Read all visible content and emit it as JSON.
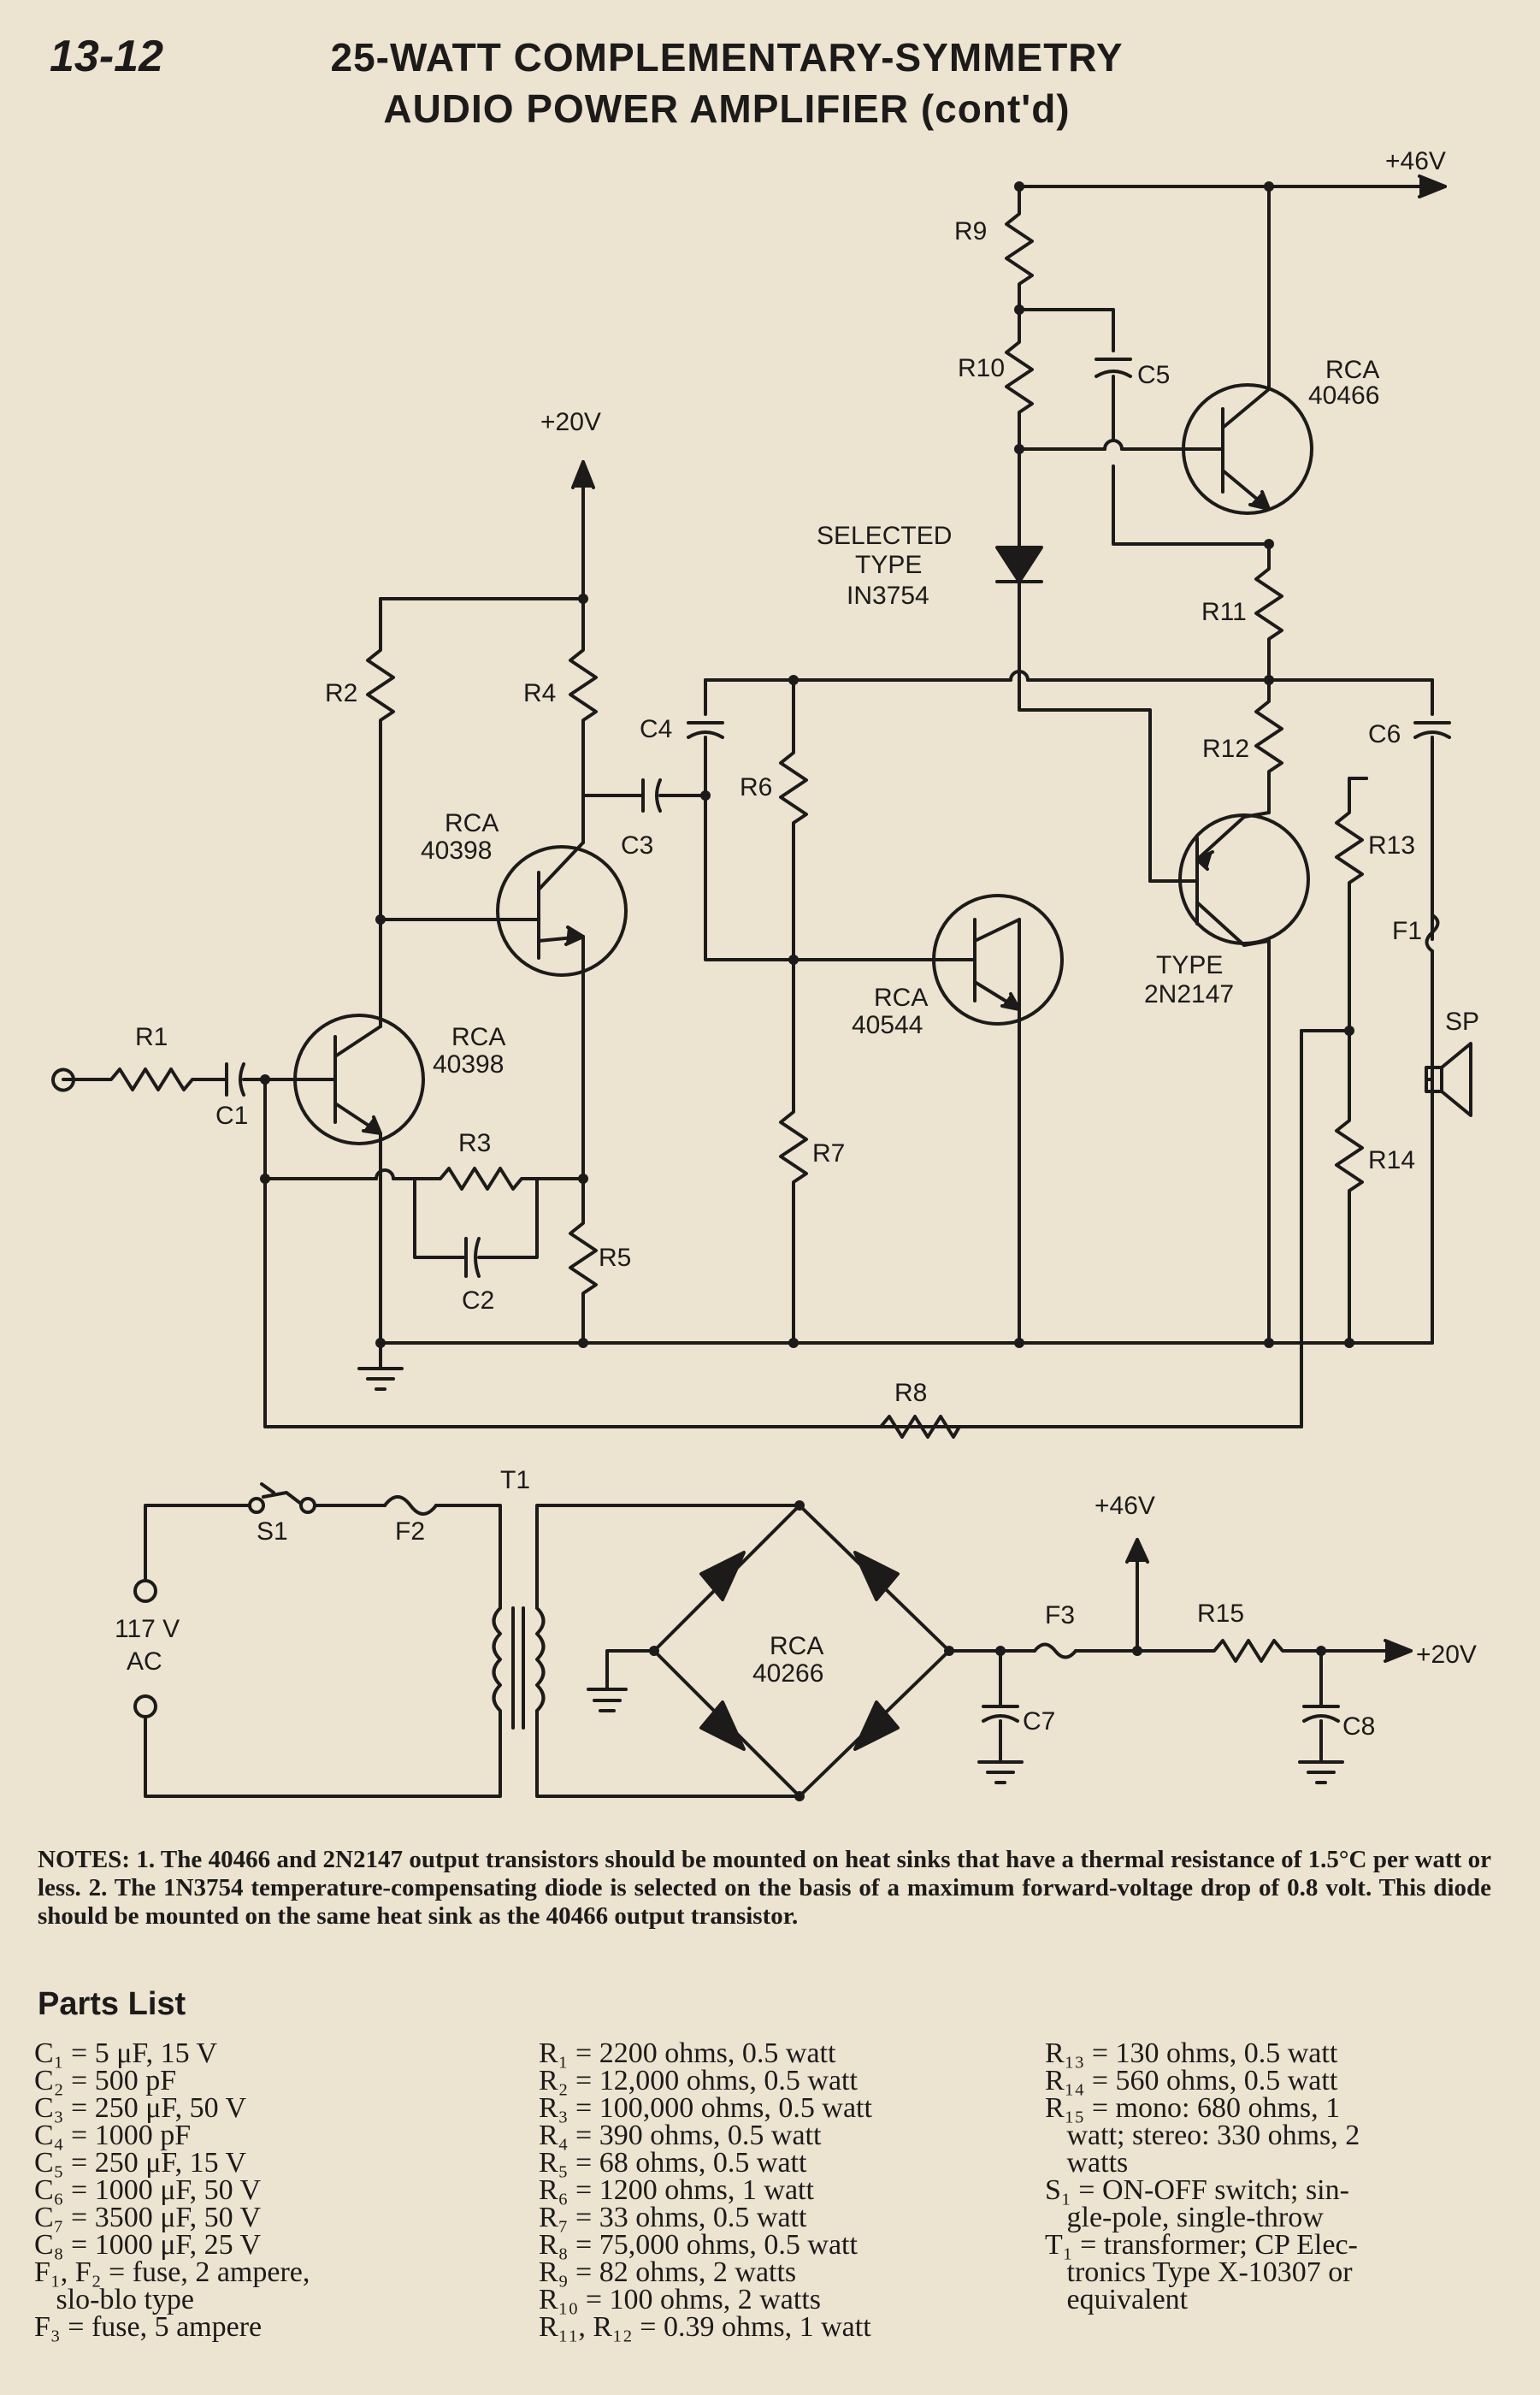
{
  "page_number": "13-12",
  "title_line1": "25-WATT COMPLEMENTARY-SYMMETRY",
  "title_line2": "AUDIO POWER AMPLIFIER (cont'd)",
  "labels": {
    "v46_top": "+46V",
    "v20_top": "+20V",
    "r1": "R1",
    "r2": "R2",
    "r3": "R3",
    "r4": "R4",
    "r5": "R5",
    "r6": "R6",
    "r7": "R7",
    "r8": "R8",
    "r9": "R9",
    "r10": "R10",
    "r11": "R11",
    "r12": "R12",
    "r13": "R13",
    "r14": "R14",
    "r15": "R15",
    "c1": "C1",
    "c2": "C2",
    "c3": "C3",
    "c4": "C4",
    "c5": "C5",
    "c6": "C6",
    "c7": "C7",
    "c8": "C8",
    "f1": "F1",
    "f2": "F2",
    "f3": "F3",
    "s1": "S1",
    "t1": "T1",
    "sp": "SP",
    "q1_rca": "RCA",
    "q1_type": "40398",
    "q2_rca": "RCA",
    "q2_type": "40398",
    "q3_rca": "RCA",
    "q3_type": "40544",
    "q4_rca": "RCA",
    "q4_type": "40466",
    "q5_type_word": "TYPE",
    "q5_type": "2N2147",
    "diode_l1": "SELECTED",
    "diode_l2": "TYPE",
    "diode_l3": "IN3754",
    "bridge_rca": "RCA",
    "bridge_type": "40266",
    "ac_v": "117 V",
    "ac": "AC",
    "v46_psu": "+46V",
    "v20_psu": "+20V"
  },
  "notes": "NOTES: 1. The 40466 and 2N2147 output transistors should be mounted on heat sinks that have a thermal resistance of 1.5°C per watt or less. 2. The 1N3754 temperature-compensating diode is selected on the basis of a maximum forward-voltage drop of 0.8 volt. This diode should be mounted on the same heat sink as the 40466 output transistor.",
  "parts_heading": "Parts List",
  "parts": {
    "col1": [
      "C₁ = 5 μF, 15 V",
      "C₂ = 500 pF",
      "C₃ = 250 μF, 50 V",
      "C₄ = 1000 pF",
      "C₅ = 250 μF, 15 V",
      "C₆ = 1000 μF, 50 V",
      "C₇ = 3500 μF, 50 V",
      "C₈ = 1000 μF, 25 V",
      "F₁, F₂ = fuse, 2 ampere,",
      "   slo-blo type",
      "F₃ = fuse, 5 ampere"
    ],
    "col2": [
      "R₁ = 2200 ohms, 0.5 watt",
      "R₂ = 12,000 ohms, 0.5 watt",
      "R₃ = 100,000 ohms, 0.5 watt",
      "R₄ = 390 ohms, 0.5 watt",
      "R₅ = 68 ohms, 0.5 watt",
      "R₆ = 1200 ohms, 1 watt",
      "R₇ = 33 ohms, 0.5 watt",
      "R₈ = 75,000 ohms, 0.5 watt",
      "R₉ = 82 ohms, 2 watts",
      "R₁₀ = 100 ohms, 2 watts",
      "R₁₁, R₁₂ = 0.39 ohms, 1 watt"
    ],
    "col3": [
      "R₁₃ = 130 ohms, 0.5 watt",
      "R₁₄ = 560 ohms, 0.5 watt",
      "R₁₅ = mono: 680 ohms, 1",
      "   watt; stereo: 330 ohms, 2",
      "   watts",
      "S₁ = ON-OFF switch; sin-",
      "   gle-pole, single-throw",
      "T₁ = transformer; CP Elec-",
      "   tronics Type X-10307 or",
      "   equivalent"
    ]
  }
}
